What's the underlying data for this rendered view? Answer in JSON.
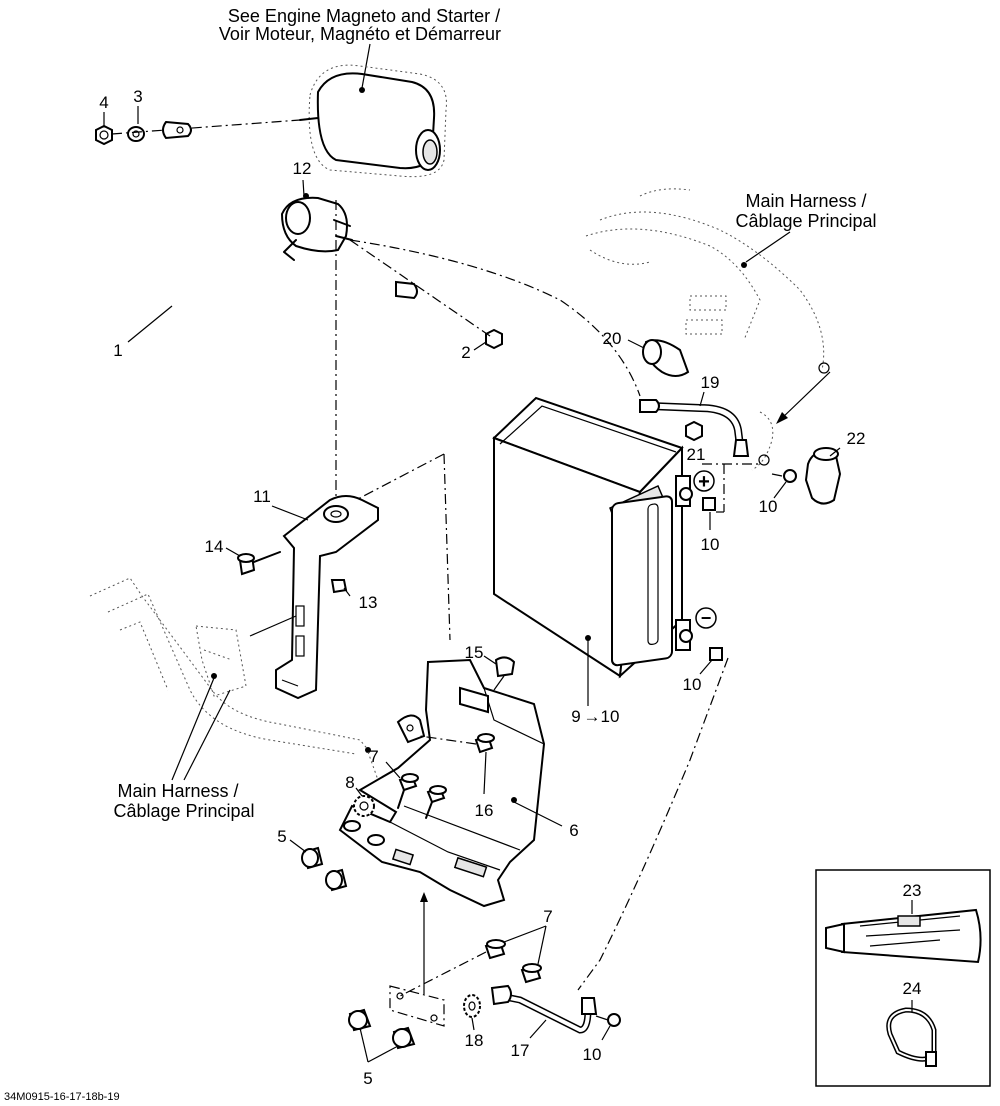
{
  "notes": {
    "engine_line1": "See Engine Magneto and Starter /",
    "engine_line2": "Voir Moteur, Magnéto et Démarreur",
    "harness_top_line1": "Main Harness /",
    "harness_top_line2": "Câblage Principal",
    "harness_left_line1": "Main Harness /",
    "harness_left_line2": "Câblage Principal"
  },
  "callouts": {
    "c1": "1",
    "c2": "2",
    "c3": "3",
    "c4": "4",
    "c5a": "5",
    "c5b": "5",
    "c6": "6",
    "c7a": "7",
    "c7b": "7",
    "c8": "8",
    "c9": "9",
    "c9_10": "10",
    "c10a": "10",
    "c10b": "10",
    "c10c": "10",
    "c10d": "10",
    "c11": "11",
    "c12": "12",
    "c13": "13",
    "c14": "14",
    "c15": "15",
    "c16": "16",
    "c17": "17",
    "c18": "18",
    "c19": "19",
    "c20": "20",
    "c21": "21",
    "c22": "22",
    "c23": "23",
    "c24": "24"
  },
  "terminals": {
    "positive": "+",
    "negative": "−"
  },
  "drawing_code": "34M0915-16-17-18b-19"
}
